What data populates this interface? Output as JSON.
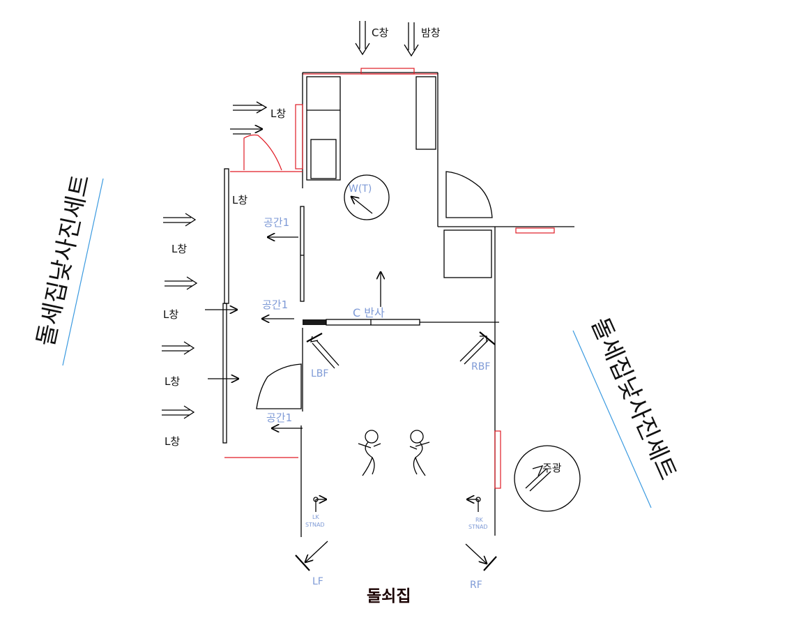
{
  "colors": {
    "wall": "#000000",
    "window_red": "#e01b24",
    "blue_label": "#7e9ad6",
    "side_line": "#3b9ae0",
    "floor_black": "#1a1a1a"
  },
  "top_lights": {
    "c": "C창",
    "night": "밤창"
  },
  "left_windows": {
    "upper": "L창",
    "inner": "L창",
    "w1": "L창",
    "w2": "L창",
    "w3": "L창",
    "w4": "L창"
  },
  "space_labels": {
    "s1": "공간1",
    "s2": "공간1",
    "s3": "공간1"
  },
  "center": {
    "w_light": "W(T)",
    "c_reflect": "C 반사"
  },
  "back_lights": {
    "left": "LBF",
    "right": "RBF"
  },
  "key_light": "주광",
  "stands": {
    "left_top": "LK",
    "left_bottom": "STNAD",
    "right_top": "RK",
    "right_bottom": "STNAD"
  },
  "front_lights": {
    "left": "LF",
    "right": "RF"
  },
  "left_side_title": "돌세집낮사진세트",
  "right_side_title": "돌세집낮사진세트",
  "bottom_title": "돌쇠집"
}
